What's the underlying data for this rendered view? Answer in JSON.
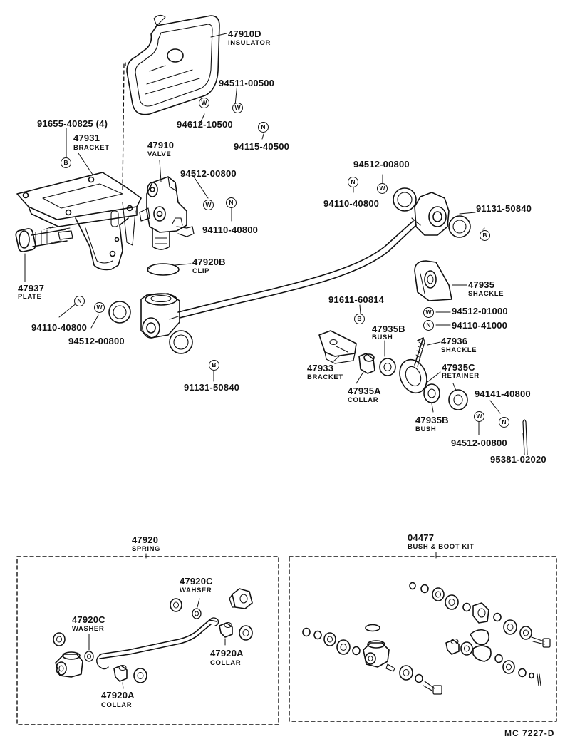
{
  "diagram": {
    "code": "MC  7227-D",
    "parts": {
      "p47910D": {
        "number": "47910D",
        "name": "INSULATOR"
      },
      "p94511": {
        "number": "94511-00500"
      },
      "p94612": {
        "number": "94612-10500"
      },
      "p94115": {
        "number": "94115-40500"
      },
      "p91655": {
        "number": "91655-40825 (4)"
      },
      "p47931": {
        "number": "47931",
        "name": "BRACKET"
      },
      "p47910": {
        "number": "47910",
        "name": "VALVE"
      },
      "p94512a": {
        "number": "94512-00800"
      },
      "p94110a": {
        "number": "94110-40800"
      },
      "p47920B": {
        "number": "47920B",
        "name": "CLIP"
      },
      "p47937": {
        "number": "47937",
        "name": "PLATE"
      },
      "p94110b": {
        "number": "94110-40800"
      },
      "p94512b": {
        "number": "94512-00800"
      },
      "p91131a": {
        "number": "91131-50840"
      },
      "p94512c": {
        "number": "94512-00800"
      },
      "p94110c": {
        "number": "94110-40800"
      },
      "p91131b": {
        "number": "91131-50840"
      },
      "p47935": {
        "number": "47935",
        "name": "SHACKLE"
      },
      "p91611": {
        "number": "91611-60814"
      },
      "p94512d": {
        "number": "94512-01000"
      },
      "p94110d": {
        "number": "94110-41000"
      },
      "p47935B1": {
        "number": "47935B",
        "name": "BUSH"
      },
      "p47936": {
        "number": "47936",
        "name": "SHACKLE"
      },
      "p47933": {
        "number": "47933",
        "name": "BRACKET"
      },
      "p47935A": {
        "number": "47935A",
        "name": "COLLAR"
      },
      "p47935C": {
        "number": "47935C",
        "name": "RETAINER"
      },
      "p94141": {
        "number": "94141-40800"
      },
      "p47935B2": {
        "number": "47935B",
        "name": "BUSH"
      },
      "p94512e": {
        "number": "94512-00800"
      },
      "p95381": {
        "number": "95381-02020"
      }
    },
    "kits": {
      "spring": {
        "number": "47920",
        "name": "SPRING",
        "washer_top": {
          "number": "47920C",
          "name": "WAHSER"
        },
        "washer_left": {
          "number": "47920C",
          "name": "WASHER"
        },
        "collar_right": {
          "number": "47920A",
          "name": "COLLAR"
        },
        "collar_bottom": {
          "number": "47920A",
          "name": "COLLAR"
        }
      },
      "bush_boot": {
        "number": "04477",
        "name": "BUSH & BOOT KIT"
      }
    },
    "badges": {
      "bolt": "B",
      "washer": "W",
      "nut": "N"
    }
  }
}
